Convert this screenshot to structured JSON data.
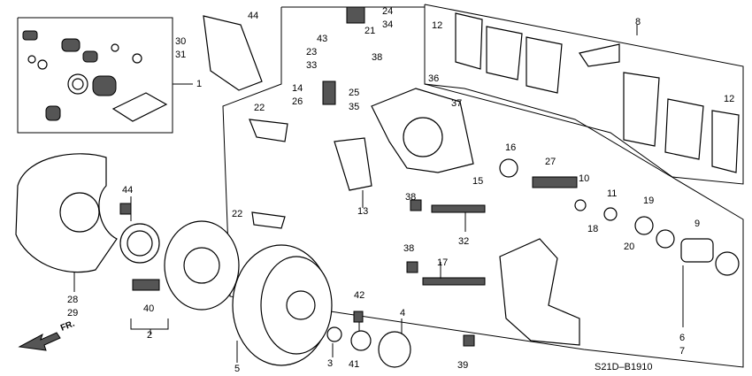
{
  "diagram_code": "S21D–B1910",
  "direction_label": "FR.",
  "callouts": [
    {
      "id": "c1",
      "text": "1"
    },
    {
      "id": "c2",
      "text": "2"
    },
    {
      "id": "c3",
      "text": "3"
    },
    {
      "id": "c4",
      "text": "4"
    },
    {
      "id": "c5",
      "text": "5"
    },
    {
      "id": "c6",
      "text": "6"
    },
    {
      "id": "c7",
      "text": "7"
    },
    {
      "id": "c8",
      "text": "8"
    },
    {
      "id": "c9",
      "text": "9"
    },
    {
      "id": "c10",
      "text": "10"
    },
    {
      "id": "c11",
      "text": "11"
    },
    {
      "id": "c12a",
      "text": "12"
    },
    {
      "id": "c12b",
      "text": "12"
    },
    {
      "id": "c13",
      "text": "13"
    },
    {
      "id": "c14",
      "text": "14"
    },
    {
      "id": "c15",
      "text": "15"
    },
    {
      "id": "c16",
      "text": "16"
    },
    {
      "id": "c17",
      "text": "17"
    },
    {
      "id": "c18",
      "text": "18"
    },
    {
      "id": "c19",
      "text": "19"
    },
    {
      "id": "c20",
      "text": "20"
    },
    {
      "id": "c21",
      "text": "21"
    },
    {
      "id": "c22a",
      "text": "22"
    },
    {
      "id": "c22b",
      "text": "22"
    },
    {
      "id": "c23",
      "text": "23"
    },
    {
      "id": "c24",
      "text": "24"
    },
    {
      "id": "c25",
      "text": "25"
    },
    {
      "id": "c26",
      "text": "26"
    },
    {
      "id": "c27",
      "text": "27"
    },
    {
      "id": "c28",
      "text": "28"
    },
    {
      "id": "c29",
      "text": "29"
    },
    {
      "id": "c30",
      "text": "30"
    },
    {
      "id": "c31",
      "text": "31"
    },
    {
      "id": "c32",
      "text": "32"
    },
    {
      "id": "c33",
      "text": "33"
    },
    {
      "id": "c34",
      "text": "34"
    },
    {
      "id": "c35",
      "text": "35"
    },
    {
      "id": "c36",
      "text": "36"
    },
    {
      "id": "c37",
      "text": "37"
    },
    {
      "id": "c38a",
      "text": "38"
    },
    {
      "id": "c38b",
      "text": "38"
    },
    {
      "id": "c38c",
      "text": "38"
    },
    {
      "id": "c39",
      "text": "39"
    },
    {
      "id": "c40",
      "text": "40"
    },
    {
      "id": "c41",
      "text": "41"
    },
    {
      "id": "c42",
      "text": "42"
    },
    {
      "id": "c43",
      "text": "43"
    },
    {
      "id": "c44a",
      "text": "44"
    },
    {
      "id": "c44b",
      "text": "44"
    }
  ]
}
